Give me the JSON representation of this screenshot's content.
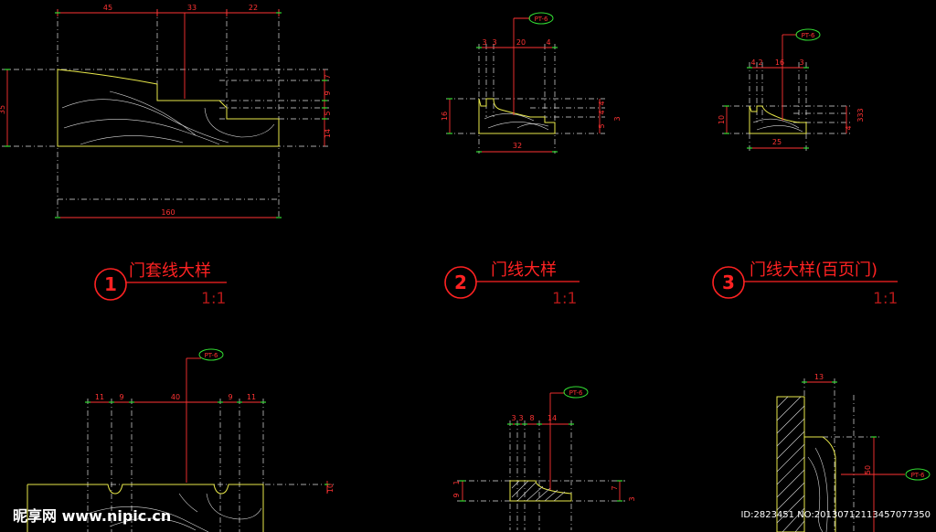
{
  "colors": {
    "background": "#000000",
    "outline": "#e8e84a",
    "dimension": "#ff3333",
    "grain": "#d8d8d8",
    "tag_outline": "#33dd33"
  },
  "details": [
    {
      "number": "1",
      "title": "门套线大样",
      "scale": "1:1"
    },
    {
      "number": "2",
      "title": "门线大样",
      "scale": "1:1"
    },
    {
      "number": "3",
      "title": "门线大样(百页门)",
      "scale": "1:1"
    }
  ],
  "material_tag": "PT-6",
  "drawing1": {
    "top_dims": [
      "45",
      "33",
      "22"
    ],
    "right_dims": [
      "7",
      "9",
      "5",
      "14"
    ],
    "left_dim": "35",
    "bottom_dim": "160"
  },
  "drawing2": {
    "top_dims": [
      "3",
      "3",
      "20",
      "4"
    ],
    "right_dims": [
      "4",
      "4",
      "5"
    ],
    "right_total": "3",
    "left_dim": "16",
    "bottom_dim": "32"
  },
  "drawing3": {
    "top_dims": [
      "4",
      "2",
      "16",
      "3"
    ],
    "right_dims": [
      "4"
    ],
    "right_side": "333",
    "left_dim": "10",
    "bottom_dim": "25"
  },
  "drawing4": {
    "top_dims": [
      "11",
      "9",
      "40",
      "9",
      "11"
    ],
    "right_dim": "10"
  },
  "drawing5": {
    "top_dims": [
      "3",
      "3",
      "8",
      "14"
    ],
    "left_dims": [
      "9",
      "1"
    ],
    "right_dims": [
      "7",
      "3"
    ]
  },
  "drawing6": {
    "top_dim": "13",
    "right_dim": "50"
  },
  "watermark": {
    "brand": "昵享网 www.nipic.cn",
    "id_text": "ID:2823451 NO:20130712113457077350"
  }
}
